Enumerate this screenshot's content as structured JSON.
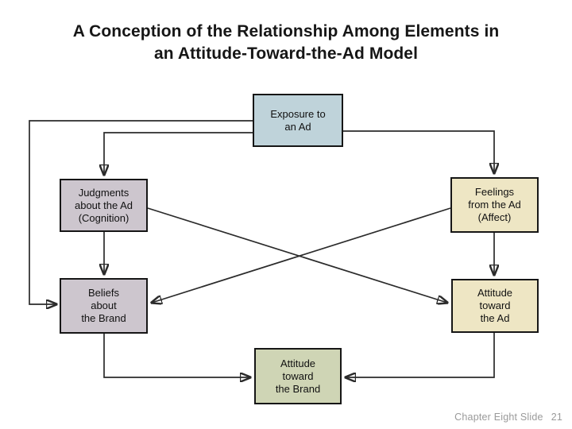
{
  "slide": {
    "title": "A Conception of the Relationship Among Elements in\nan Attitude-Toward-the-Ad Model",
    "footer_label": "Chapter Eight Slide",
    "footer_page": "21"
  },
  "colors": {
    "title_text": "#161616",
    "box_border": "#161616",
    "arrow_line": "#2b2b2b",
    "footer_text": "#9a9a9a",
    "exposure_fill": "#bfd3da",
    "cognition_fill": "#cdc6ce",
    "affect_fill": "#eee6c4",
    "brand_attitude_fill": "#cfd5b5"
  },
  "diagram": {
    "nodes": {
      "exposure": {
        "label": "Exposure to\nan Ad",
        "fill": "#bfd3da"
      },
      "judgments": {
        "label": "Judgments\nabout the Ad\n(Cognition)",
        "fill": "#cdc6ce"
      },
      "feelings": {
        "label": "Feelings\nfrom the Ad\n(Affect)",
        "fill": "#eee6c4"
      },
      "beliefs": {
        "label": "Beliefs\nabout\nthe Brand",
        "fill": "#cdc6ce"
      },
      "attitude_ad": {
        "label": "Attitude\ntoward\nthe Ad",
        "fill": "#eee6c4"
      },
      "attitude_brand": {
        "label": "Attitude\ntoward\nthe Brand",
        "fill": "#cfd5b5"
      }
    },
    "edges": [
      {
        "from": "exposure",
        "to": "judgments"
      },
      {
        "from": "exposure",
        "to": "feelings"
      },
      {
        "from": "exposure",
        "to": "beliefs"
      },
      {
        "from": "judgments",
        "to": "beliefs"
      },
      {
        "from": "feelings",
        "to": "attitude_ad"
      },
      {
        "from": "judgments",
        "to": "attitude_ad"
      },
      {
        "from": "feelings",
        "to": "beliefs"
      },
      {
        "from": "beliefs",
        "to": "attitude_brand"
      },
      {
        "from": "attitude_ad",
        "to": "attitude_brand"
      }
    ]
  }
}
